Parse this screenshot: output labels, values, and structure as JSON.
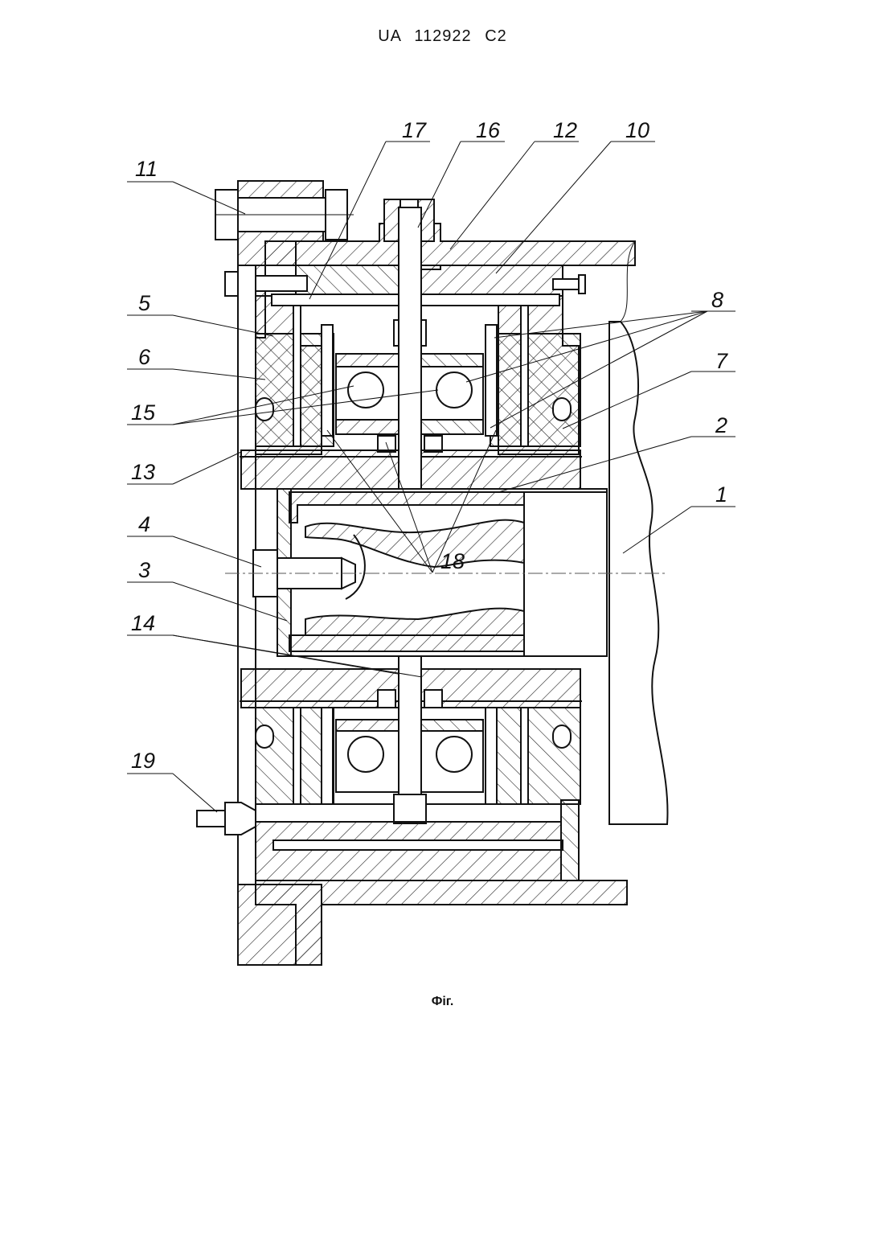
{
  "document": {
    "header": "UA 112922 C2",
    "caption": "Фіг."
  },
  "callouts": [
    "1",
    "2",
    "3",
    "4",
    "5",
    "6",
    "7",
    "8",
    "10",
    "11",
    "12",
    "13",
    "14",
    "15",
    "16",
    "17",
    "18",
    "19"
  ]
}
